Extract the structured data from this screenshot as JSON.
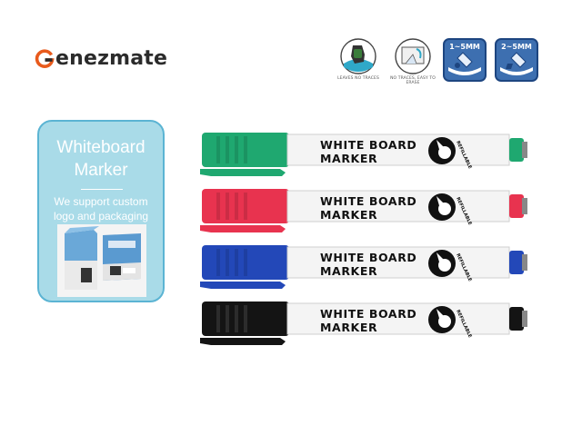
{
  "brand": {
    "name": "enezmate",
    "icon": "brand-g-logo",
    "color": "#e85a1c"
  },
  "features": [
    {
      "icon": "hand-wipe-icon",
      "caption": "LEAVES NO TRACES"
    },
    {
      "icon": "board-wipe-icon",
      "caption": "NO TRACES, EASY TO ERASE"
    },
    {
      "icon": "round-tip-icon",
      "label": "1~5MM"
    },
    {
      "icon": "chisel-tip-icon",
      "label": "2~5MM"
    }
  ],
  "card": {
    "title_line1": "Whiteboard",
    "title_line2": "Marker",
    "subtitle_line1": "We support custom",
    "subtitle_line2": "logo and packaging"
  },
  "markers": [
    {
      "color": "#1fa870",
      "label_line1": "WHITE BOARD",
      "label_line2": "MARKER",
      "refill": "REFILLABLE"
    },
    {
      "color": "#e8334f",
      "label_line1": "WHITE BOARD",
      "label_line2": "MARKER",
      "refill": "REFILLABLE"
    },
    {
      "color": "#2348b8",
      "label_line1": "WHITE BOARD",
      "label_line2": "MARKER",
      "refill": "REFILLABLE"
    },
    {
      "color": "#141414",
      "label_line1": "WHITE BOARD",
      "label_line2": "MARKER",
      "refill": "REFILLABLE"
    }
  ]
}
